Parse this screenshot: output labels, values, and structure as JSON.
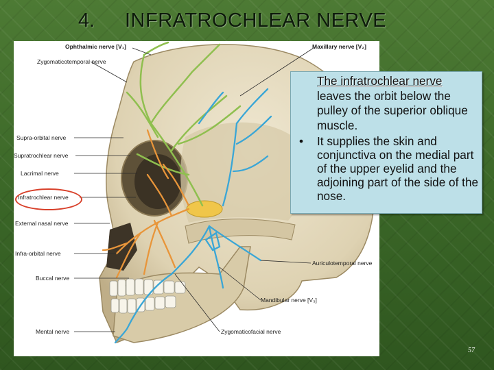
{
  "slide": {
    "number": "4.",
    "title": "INFRATROCHLEAR NERVE",
    "page_number": "57"
  },
  "figure": {
    "labels": {
      "ophthalmic": "Ophthalmic nerve [V₁]",
      "maxillary": "Maxillary nerve [V₂]",
      "zygomaticotemporal": "Zygomaticotemporal nerve",
      "supraorbital": "Supra-orbital nerve",
      "supratrochlear": "Supratrochlear nerve",
      "lacrimal": "Lacrimal nerve",
      "infratrochlear": "Infratrochlear nerve",
      "external_nasal": "External nasal nerve",
      "infraorbital": "Infra-orbital nerve",
      "buccal": "Buccal nerve",
      "auriculotemporal": "Auriculotemporal nerve",
      "mandibular": "Mandibular nerve [V₃]",
      "mental": "Mental nerve",
      "zygomaticofacial": "Zygomaticofacial nerve"
    },
    "colors": {
      "ophthalmic_nerve": "#8fbf4f",
      "maxillary_nerve": "#e8953a",
      "mandibular_nerve": "#3aa6d6",
      "ganglion": "#f0c64a",
      "skull": "#e3d9bf",
      "highlight": "#d8402a"
    }
  },
  "textbox": {
    "heading": "The infratrochlear nerve",
    "line1": "leaves the orbit below the pulley of the superior oblique muscle.",
    "bullet_symbol": "•",
    "bullet": "It supplies the skin and conjunctiva on the medial part of the upper eyelid and the adjoining part of the side of the nose."
  }
}
